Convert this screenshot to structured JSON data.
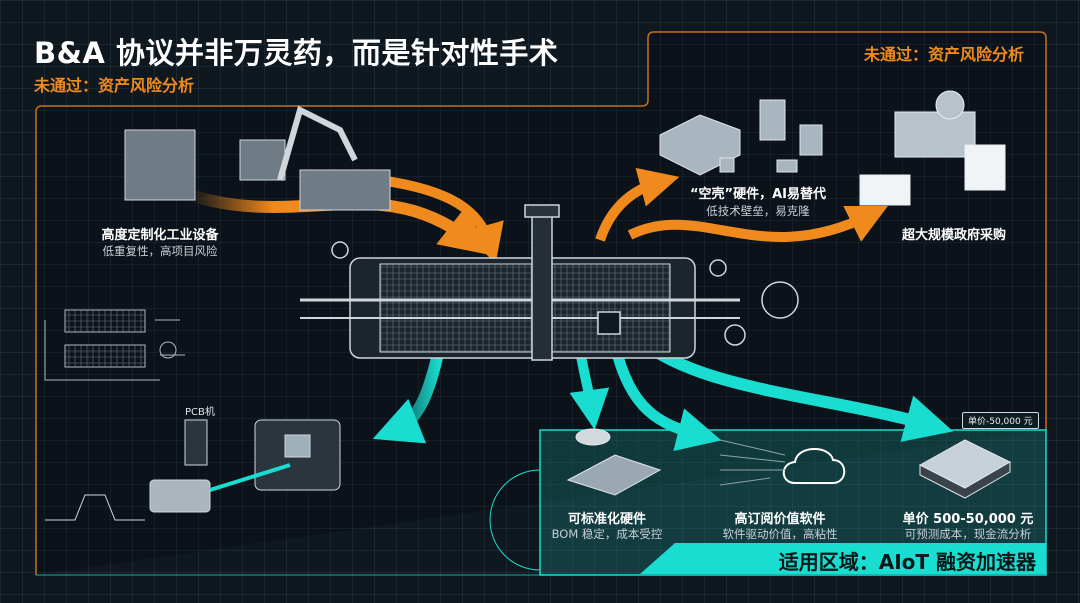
{
  "title": "B&A 协议并非万灵药，而是针对性手术",
  "risk_label_left": "未通过：资产风险分析",
  "risk_label_right": "未通过：资产风险分析",
  "risk_items": [
    {
      "title": "高度定制化工业设备",
      "subtitle": "低重复性，高项目风险"
    },
    {
      "title": "“空壳”硬件，AI易替代",
      "subtitle": "低技术壁垒，易克隆"
    },
    {
      "title": "超大规模政府采购",
      "subtitle": ""
    }
  ],
  "pcb_label": "PCB机",
  "fit_items": [
    {
      "title": "可标准化硬件",
      "subtitle": "BOM 稳定，成本受控"
    },
    {
      "title": "高订阅价值软件",
      "subtitle": "软件驱动价值，高粘性"
    },
    {
      "title": "单价 500-50,000 元",
      "subtitle": "可预测成本，现金流分析"
    }
  ],
  "price_tag": "单价-50,000 元",
  "banner": "适用区域：AIoT 融资加速器",
  "colors": {
    "orange": "#f08a1c",
    "teal": "#19ddd0",
    "background": "#0f171f"
  }
}
